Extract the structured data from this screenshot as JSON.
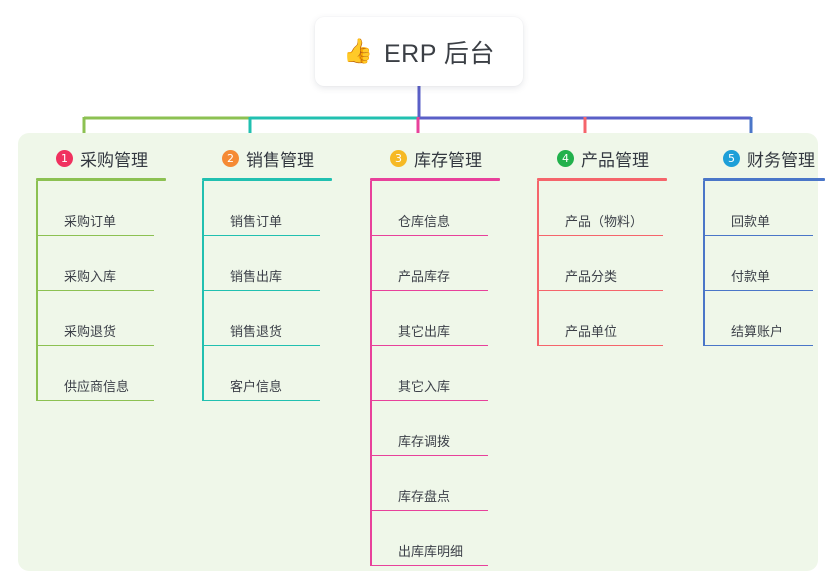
{
  "root": {
    "label": "ERP 后台",
    "icon": "thumbs-up-icon",
    "emoji": "👍"
  },
  "panel": {
    "background": "#eff7e9"
  },
  "colors": {
    "green": "#8cc152",
    "teal": "#21c0b0",
    "pink": "#e8419b",
    "salmon": "#f5656b",
    "blue": "#4a76c8",
    "violet": "#5a5fc7",
    "badge_1": "#f0315f",
    "badge_2": "#f58a34",
    "badge_3": "#f6b925",
    "badge_4": "#22b14c",
    "badge_5": "#1d9fd8"
  },
  "columns": [
    {
      "index": "1",
      "badge_color": "#f0315f",
      "line_color": "#8cc152",
      "title": "采购管理",
      "items": [
        "采购订单",
        "采购入库",
        "采购退货",
        "供应商信息"
      ]
    },
    {
      "index": "2",
      "badge_color": "#f58a34",
      "line_color": "#21c0b0",
      "title": "销售管理",
      "items": [
        "销售订单",
        "销售出库",
        "销售退货",
        "客户信息"
      ]
    },
    {
      "index": "3",
      "badge_color": "#f6b925",
      "line_color": "#e8419b",
      "title": "库存管理",
      "items": [
        "仓库信息",
        "产品库存",
        "其它出库",
        "其它入库",
        "库存调拨",
        "库存盘点",
        "出库库明细"
      ]
    },
    {
      "index": "4",
      "badge_color": "#22b14c",
      "line_color": "#f5656b",
      "title": "产品管理",
      "items": [
        "产品（物料）",
        "产品分类",
        "产品单位"
      ]
    },
    {
      "index": "5",
      "badge_color": "#1d9fd8",
      "line_color": "#4a76c8",
      "title": "财务管理",
      "items": [
        "回款单",
        "付款单",
        "结算账户"
      ]
    }
  ]
}
